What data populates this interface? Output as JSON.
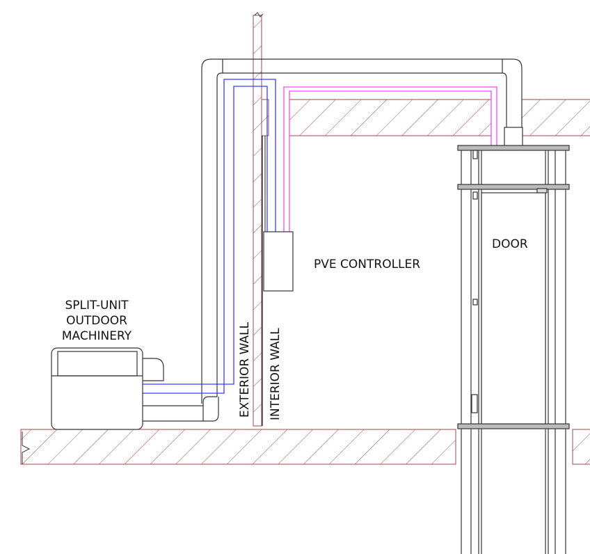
{
  "labels": {
    "outdoor_unit": [
      "SPLIT-UNIT",
      "OUTDOOR",
      "MACHINERY"
    ],
    "controller": "PVE CONTROLLER",
    "door": "DOOR",
    "exterior_wall": "EXTERIOR WALL",
    "interior_wall": "INTERIOR WALL"
  },
  "colors": {
    "wall_hatch": "#9a4a4a",
    "refrigerant_lines": "#3a3aff",
    "control_wiring": "#ff44ff",
    "duct_outline": "#333333"
  }
}
